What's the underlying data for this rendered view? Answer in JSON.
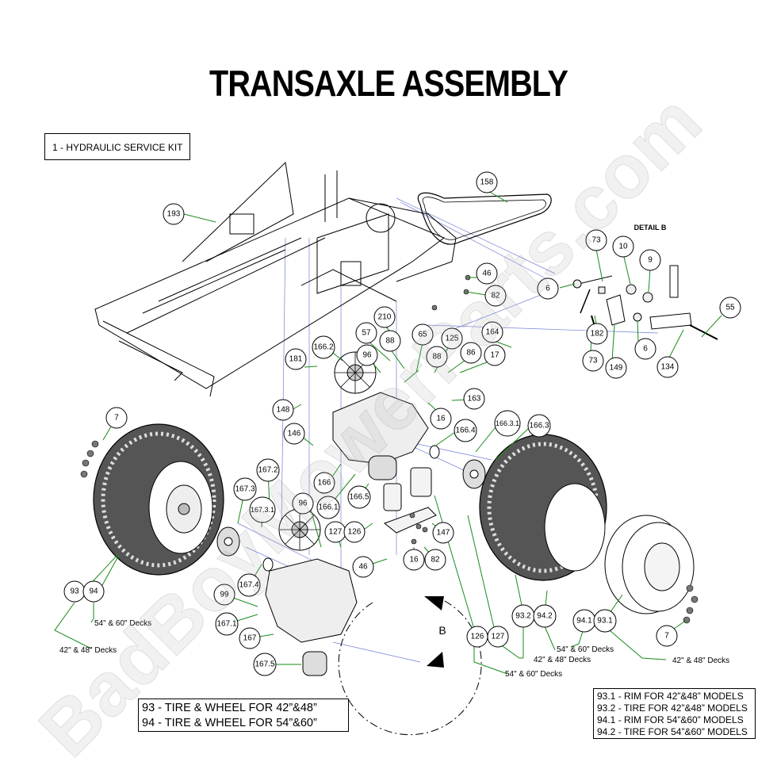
{
  "title": "TRANSAXLE ASSEMBLY",
  "service_kit": "1 - HYDRAULIC SERVICE KIT",
  "detail_label": "DETAIL B",
  "detail_marker": "B",
  "legend_left": [
    "93 - TIRE & WHEEL FOR 42”&48”",
    "94 - TIRE & WHEEL FOR 54”&60”"
  ],
  "legend_right": [
    "93.1 - RIM FOR 42”&48” MODELS",
    "93.2 - TIRE FOR 42”&48” MODELS",
    "94.1 - RIM FOR 54”&60” MODELS",
    "94.2 - TIRE FOR 54”&60” MODELS"
  ],
  "callouts": [
    "158",
    "193",
    "73",
    "10",
    "9",
    "46",
    "82",
    "6",
    "182",
    "73",
    "149",
    "6",
    "134",
    "55",
    "210",
    "57",
    "88",
    "65",
    "125",
    "86",
    "17",
    "164",
    "181",
    "166.2",
    "96",
    "88",
    "148",
    "16",
    "163",
    "7",
    "146",
    "166.4",
    "166.3.1",
    "166.3",
    "166",
    "166.1",
    "166.5",
    "167.2",
    "167.3",
    "167.3.1",
    "96",
    "127",
    "126",
    "147",
    "16",
    "82",
    "46",
    "93",
    "94",
    "167.4",
    "99",
    "167.1",
    "167",
    "167.5",
    "126",
    "127",
    "93.2",
    "94.2",
    "94.1",
    "93.1",
    "7"
  ],
  "captions": {
    "c1": "54\" & 60\" Decks",
    "c2": "42\" & 48\" Decks",
    "c3": "42\" & 48\" Decks",
    "c4": "54\" & 60\" Decks",
    "c5": "54\" & 60\" Decks",
    "c6": "42\" & 48\" Decks"
  },
  "watermark": "BadBoyMowerParts.com",
  "colors": {
    "leader": "#1a8a1a",
    "ink": "#000000",
    "guide": "#6f7fd6"
  }
}
